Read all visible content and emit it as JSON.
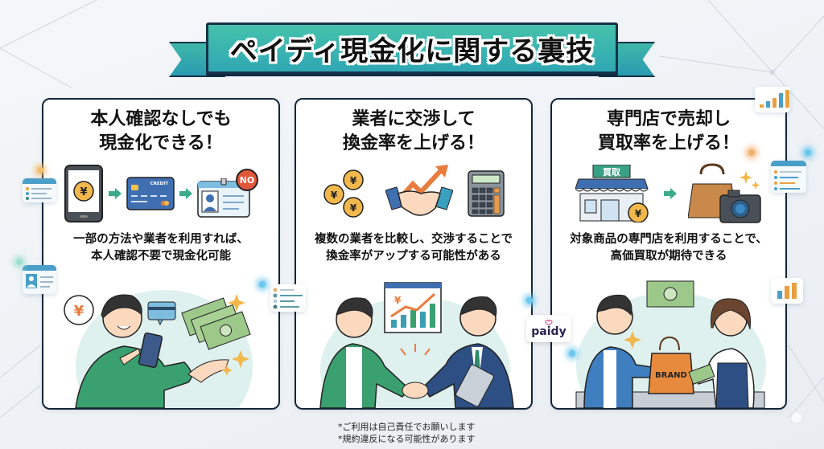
{
  "header": {
    "title": "ペイディ現金化に関する裏技"
  },
  "panels": [
    {
      "title_line1": "本人確認なしでも",
      "title_line2": "現金化できる！",
      "icons": [
        "smartphone-yen-icon",
        "arrow-right-icon",
        "credit-card-icon",
        "arrow-right-icon",
        "id-card-icon"
      ],
      "card_label": "CREDIT",
      "badge": "NO",
      "desc_line1": "一部の方法や業者を利用すれば、",
      "desc_line2": "本人確認不要で現金化可能",
      "illustration": "man-with-phone-and-cash",
      "bubble_symbol": "¥"
    },
    {
      "title_line1": "業者に交渉して",
      "title_line2": "換金率を上げる！",
      "icons": [
        "yen-coins-icon",
        "handshake-trend-icon",
        "calculator-icon"
      ],
      "coin_symbol": "¥",
      "desc_line1": "複数の業者を比較し、交渉することで",
      "desc_line2": "換金率がアップする可能性がある",
      "illustration": "handshake-with-dealer",
      "chart_symbol": "¥"
    },
    {
      "title_line1": "専門店で売却し",
      "title_line2": "買取率を上げる！",
      "icons": [
        "shop-icon",
        "arrow-right-icon",
        "bag-camera-icon"
      ],
      "shop_sign": "買取",
      "coin_symbol": "¥",
      "desc_line1": "対象商品の専門店を利用することで、",
      "desc_line2": "高価買取が期待できる",
      "illustration": "customer-selling-bag",
      "bag_label": "BRAND"
    }
  ],
  "badge_logo": {
    "text": "paidy"
  },
  "footer": {
    "note1": "*ご利用は自己責任でお願いします",
    "note2": "*規約違反になる可能性があります"
  },
  "colors": {
    "ribbon": "#3bb5ad",
    "border": "#13263a",
    "accent_orange": "#e87d3e",
    "green": "#3aa070",
    "blue": "#3f6fb0",
    "coin": "#f2b84b"
  }
}
